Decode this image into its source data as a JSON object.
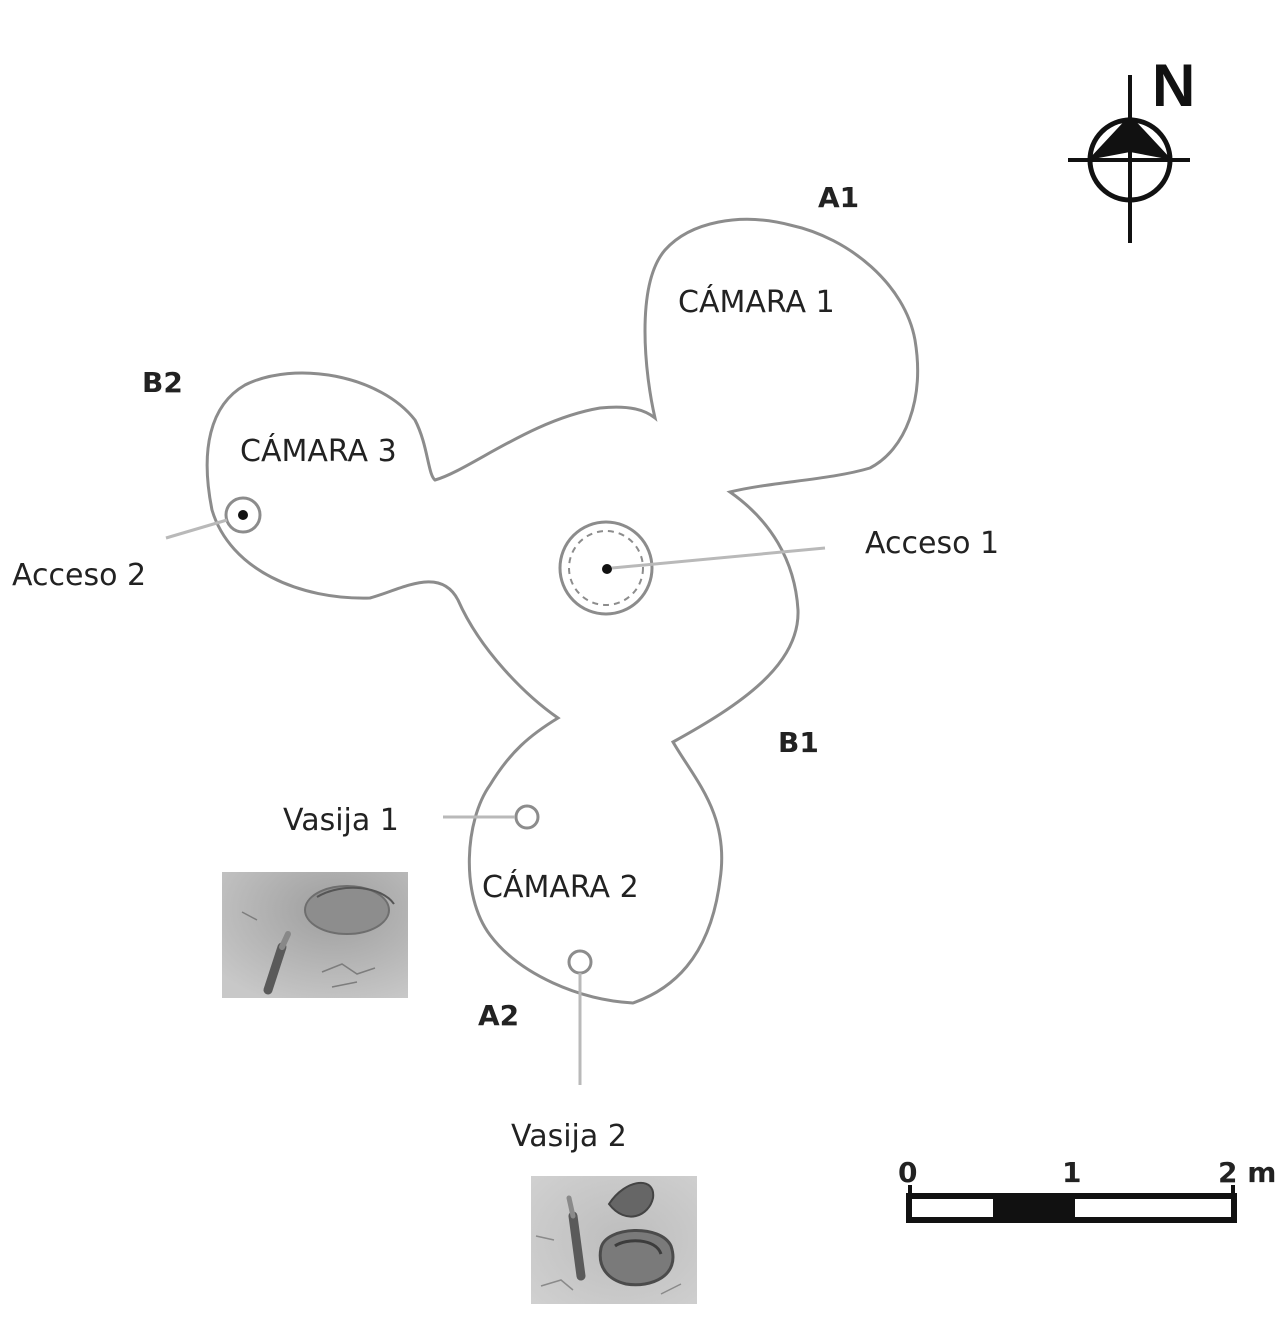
{
  "north_label": "N",
  "points": {
    "a1": "A1",
    "b1": "B1",
    "a2": "A2",
    "b2": "B2"
  },
  "chambers": {
    "c1": "CÁMARA 1",
    "c2": "CÁMARA 2",
    "c3": "CÁMARA 3"
  },
  "features": {
    "access1": "Acceso 1",
    "access2": "Acceso 2",
    "vessel1": "Vasija 1",
    "vessel2": "Vasija 2"
  },
  "scale": {
    "tick0": "0",
    "tick1": "1",
    "tick2": "2 m"
  },
  "colors": {
    "outline": "#8c8c8c",
    "leader": "#b9b9b9",
    "ink": "#111111",
    "photo_bg": "#b7b7b7"
  }
}
